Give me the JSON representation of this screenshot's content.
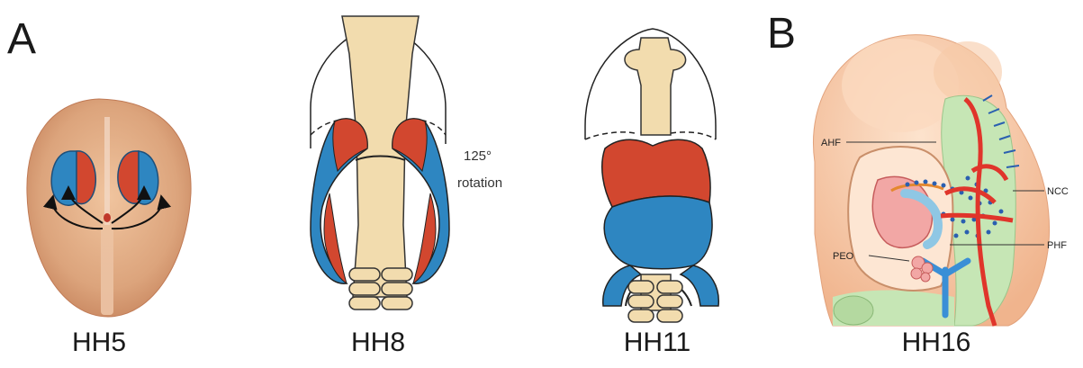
{
  "panels": {
    "a_label": "A",
    "b_label": "B"
  },
  "stages": [
    {
      "label": "HH5"
    },
    {
      "label": "HH8"
    },
    {
      "label": "HH11"
    },
    {
      "label": "HH16"
    }
  ],
  "hh8": {
    "rotation_value": "125°",
    "rotation_word": "rotation"
  },
  "hh16": {
    "labels": {
      "ahf": "AHF",
      "ncc": "NCC",
      "phf": "PHF",
      "peo": "PEO"
    }
  },
  "colors": {
    "red_field": "#d2472f",
    "blue_field": "#2e86c1",
    "neural_tube": "#f2dcae",
    "embryo_skin": "#f3c39b",
    "hh5_disc": "#dba17a",
    "pharynx_green": "#c6e6b5",
    "vessel_red": "#e0352b",
    "vessel_blue": "#3a8fd6"
  }
}
